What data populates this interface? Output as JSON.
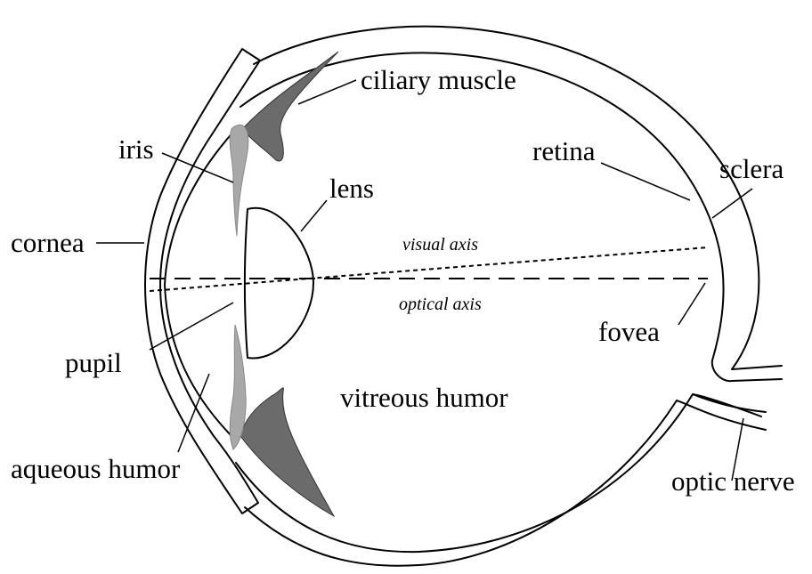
{
  "colors": {
    "ciliary_muscle": "#6b6b6b",
    "iris": "#a8a8a8",
    "outline": "#000000",
    "background": "#ffffff"
  },
  "labels": {
    "ciliary_muscle": "ciliary muscle",
    "iris": "iris",
    "lens": "lens",
    "retina": "retina",
    "sclera": "sclera",
    "cornea": "cornea",
    "visual_axis": "visual axis",
    "optical_axis": "optical axis",
    "fovea": "fovea",
    "pupil": "pupil",
    "vitreous_humor": "vitreous humor",
    "aqueous_humor": "aqueous humor",
    "optic_nerve": "optic nerve"
  }
}
